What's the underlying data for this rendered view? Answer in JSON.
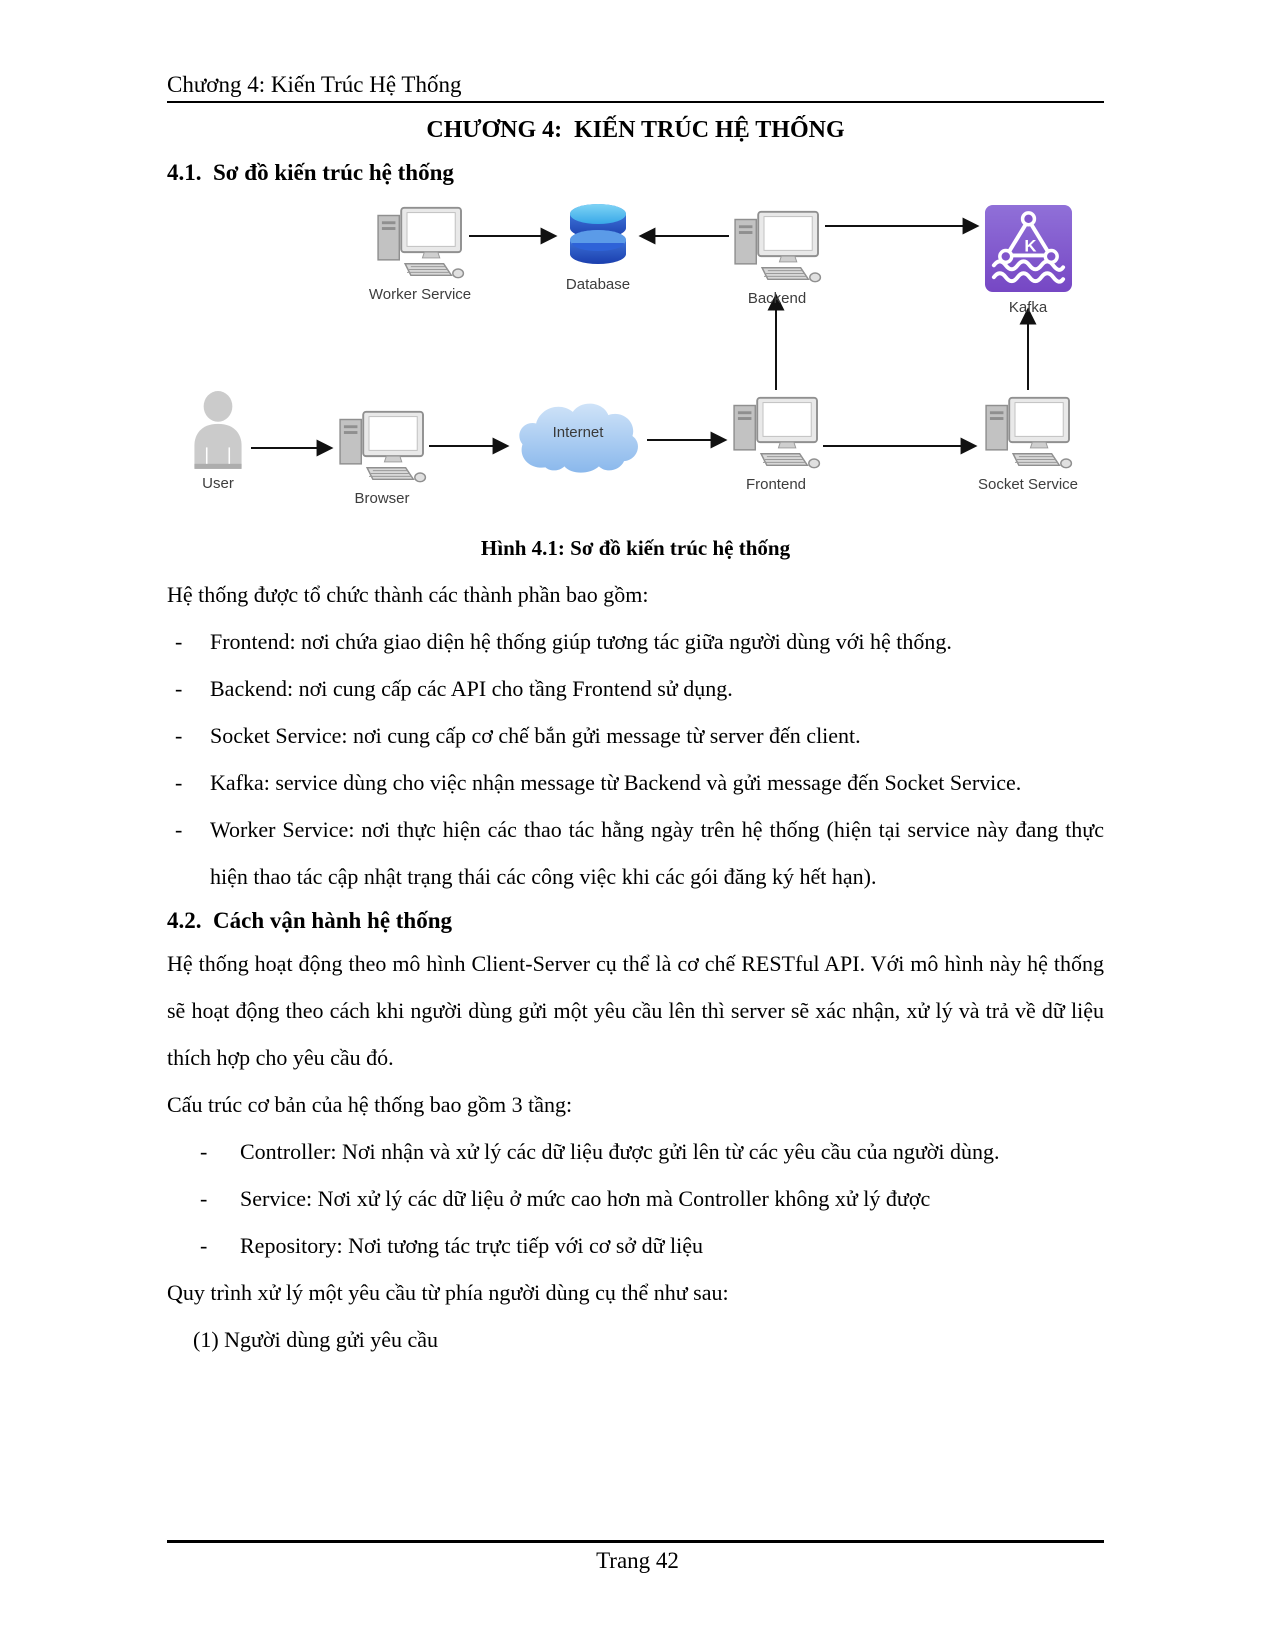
{
  "page": {
    "running_header": "Chương 4: Kiến Trúc Hệ Thống",
    "chapter_title": "CHƯƠNG 4:  KIẾN TRÚC HỆ THỐNG",
    "page_number_label": "Trang 42"
  },
  "section_41": {
    "heading": "4.1.  Sơ đồ kiến trúc hệ thống",
    "figure_caption": "Hình 4.1: Sơ đồ kiến trúc hệ thống",
    "intro": "Hệ thống được tổ chức thành các thành phần bao gồm:",
    "bullet": "-",
    "items": [
      "Frontend: nơi chứa giao diện hệ thống giúp tương tác giữa người dùng với hệ thống.",
      "Backend: nơi cung cấp các API cho tầng Frontend sử dụng.",
      "Socket Service: nơi cung cấp cơ chế bắn gửi message từ server đến client.",
      "Kafka: service dùng cho việc nhận message từ Backend và gửi message đến Socket Service.",
      "Worker Service: nơi thực hiện các thao tác hằng ngày trên hệ thống (hiện tại service này đang thực hiện thao tác cập nhật trạng thái các công việc khi các gói đăng ký hết hạn)."
    ]
  },
  "diagram": {
    "nodes": {
      "worker_service": "Worker Service",
      "database": "Database",
      "backend": "Backend",
      "kafka": "Kafka",
      "user": "User",
      "browser": "Browser",
      "internet": "Internet",
      "frontend": "Frontend",
      "socket_service": "Socket Service"
    },
    "kafka_letter": "K",
    "colors": {
      "kafka_purple_top": "#9070d8",
      "kafka_purple_bottom": "#7647c4",
      "database_blue_light": "#7fd4f5",
      "database_blue_dark": "#1b3fae",
      "cloud_blue_light": "#cfe3f8",
      "cloud_blue_dark": "#8ab8ec"
    }
  },
  "section_42": {
    "heading": "4.2.  Cách vận hành hệ thống",
    "para_model": "Hệ thống hoạt động theo mô hình Client-Server cụ thể là cơ chế RESTful API. Với mô hình này hệ thống sẽ hoạt động theo cách khi người dùng gửi một yêu cầu lên thì server sẽ xác nhận, xử lý và trả về dữ liệu thích hợp cho yêu cầu đó.",
    "para_structure": "Cấu trúc cơ bản của hệ thống bao gồm 3 tầng:",
    "bullet": "-",
    "tiers": [
      "Controller: Nơi nhận và xử lý các dữ liệu được gửi lên từ các yêu cầu của người dùng.",
      "Service: Nơi xử lý các dữ liệu ở mức cao hơn mà Controller không xử lý được",
      "Repository: Nơi tương tác trực tiếp với cơ sở dữ liệu"
    ],
    "para_process": "Quy trình xử lý một yêu cầu từ phía người dùng cụ thể như sau:",
    "steps": [
      "(1) Người dùng gửi yêu cầu"
    ]
  }
}
